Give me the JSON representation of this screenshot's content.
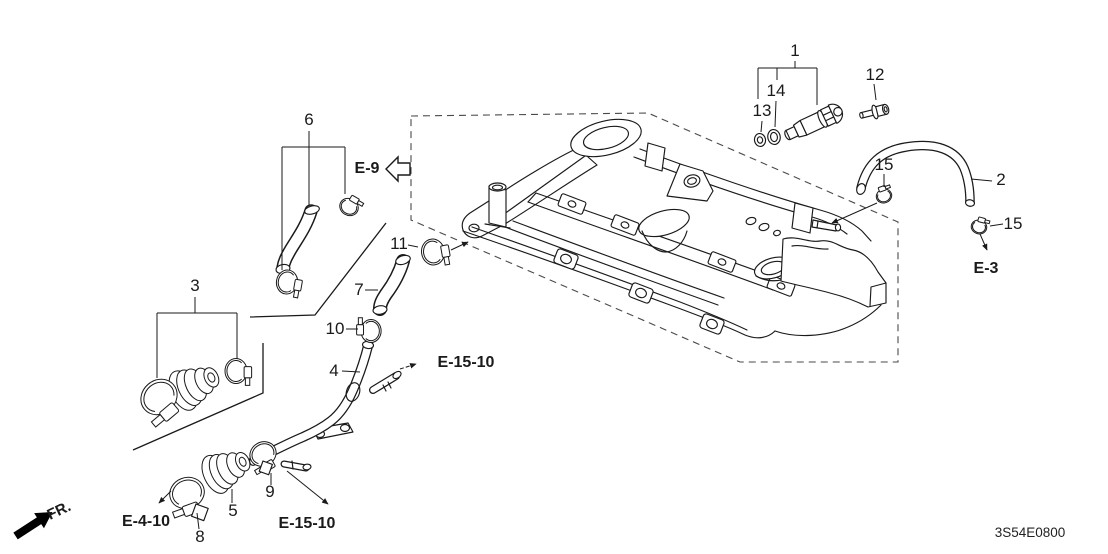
{
  "colors": {
    "line": "#1a1a1a",
    "background": "#ffffff"
  },
  "labels": {
    "n1": {
      "text": "1"
    },
    "n2": {
      "text": "2"
    },
    "n3": {
      "text": "3"
    },
    "n4": {
      "text": "4"
    },
    "n5": {
      "text": "5"
    },
    "n6": {
      "text": "6"
    },
    "n7": {
      "text": "7"
    },
    "n8": {
      "text": "8"
    },
    "n9": {
      "text": "9"
    },
    "n10": {
      "text": "10"
    },
    "n11": {
      "text": "11"
    },
    "n12": {
      "text": "12"
    },
    "n13": {
      "text": "13"
    },
    "n14": {
      "text": "14"
    },
    "n15a": {
      "text": "15"
    },
    "n15b": {
      "text": "15"
    },
    "e9": {
      "text": "E-9"
    },
    "e3": {
      "text": "E-3"
    },
    "e1510a": {
      "text": "E-15-10"
    },
    "e1510b": {
      "text": "E-15-10"
    },
    "e410": {
      "text": "E-4-10"
    },
    "fr": {
      "text": "FR."
    },
    "code": {
      "text": "3S54E0800"
    }
  }
}
